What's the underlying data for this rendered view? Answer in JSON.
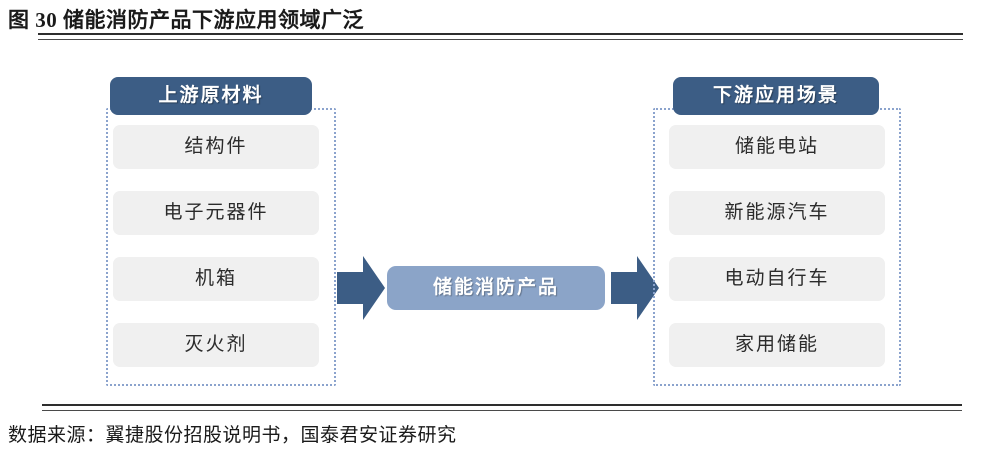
{
  "figure": {
    "title": "图 30 储能消防产品下游应用领域广泛",
    "source_note": "数据来源：翼捷股份招股说明书，国泰君安证券研究"
  },
  "colors": {
    "header_blue": "#3c5d85",
    "center_blue": "#8ba4c8",
    "chip_gray": "#f0f0f0",
    "dotted_border": "#8ba3cd",
    "arrow_blue": "#3c5d85",
    "background": "#ffffff",
    "text_dark": "#1a1a1a"
  },
  "diagram": {
    "type": "value-chain",
    "upstream": {
      "header": "上游原材料",
      "items": [
        {
          "label": "结构件"
        },
        {
          "label": "电子元器件"
        },
        {
          "label": "机箱"
        },
        {
          "label": "灭火剂"
        }
      ]
    },
    "center": {
      "label": "储能消防产品"
    },
    "downstream": {
      "header": "下游应用场景",
      "items": [
        {
          "label": "储能电站"
        },
        {
          "label": "新能源汽车"
        },
        {
          "label": "电动自行车"
        },
        {
          "label": "家用储能"
        }
      ]
    },
    "arrows": [
      {
        "name": "upstream-to-center",
        "direction": "right"
      },
      {
        "name": "center-to-downstream",
        "direction": "right"
      }
    ]
  }
}
